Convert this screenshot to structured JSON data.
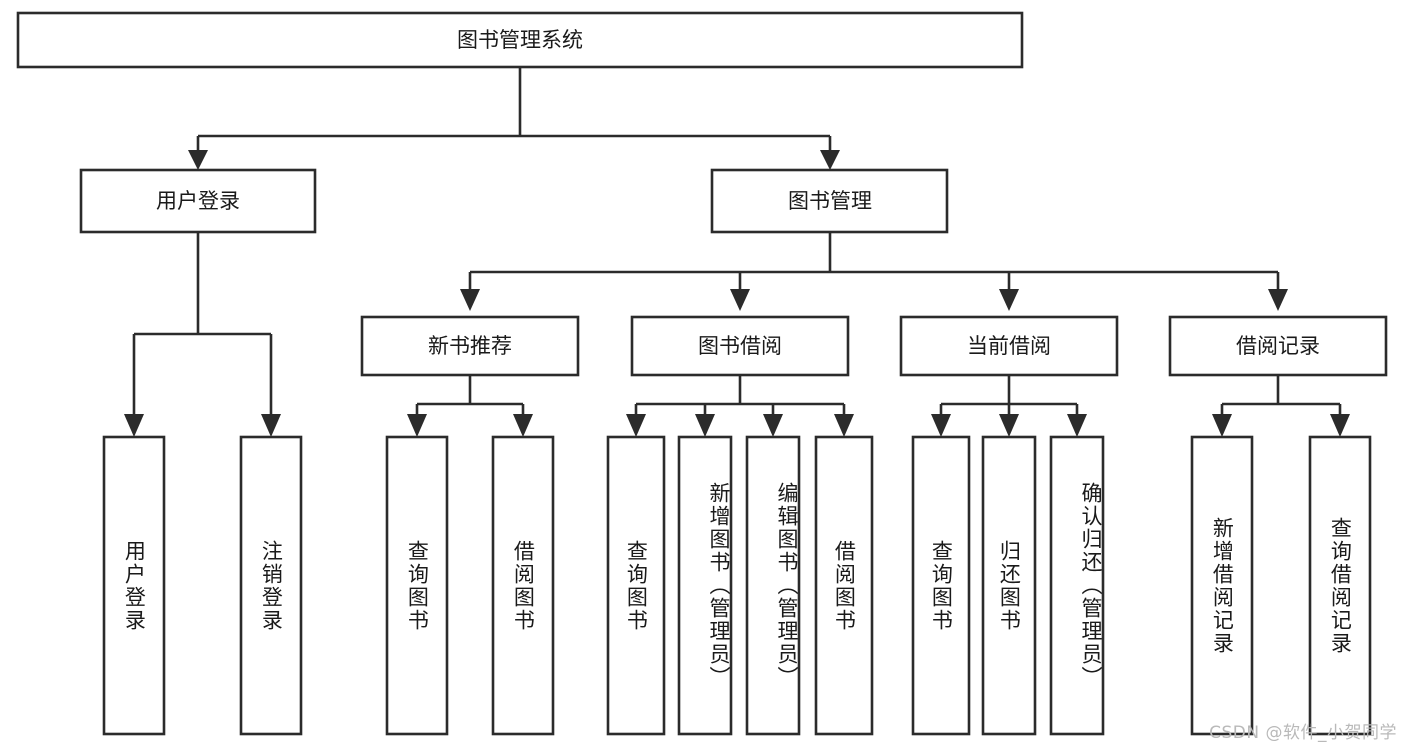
{
  "diagram": {
    "type": "tree",
    "title": "图书管理系统",
    "orientation": "top-down",
    "colors": {
      "background": "#ffffff",
      "box_fill": "#ffffff",
      "box_stroke": "#2b2b2b",
      "text": "#1a1a1a",
      "watermark": "#b9b9b9"
    },
    "root": {
      "label": "图书管理系统"
    },
    "level1": [
      {
        "label": "用户登录"
      },
      {
        "label": "图书管理"
      }
    ],
    "level2": [
      {
        "label": "新书推荐"
      },
      {
        "label": "图书借阅"
      },
      {
        "label": "当前借阅"
      },
      {
        "label": "借阅记录"
      }
    ],
    "leaves": {
      "user_login": [
        {
          "label": "用户登录"
        },
        {
          "label": "注销登录"
        }
      ],
      "new_book_recommend": [
        {
          "label": "查询图书"
        },
        {
          "label": "借阅图书"
        }
      ],
      "book_borrow": [
        {
          "label": "查询图书"
        },
        {
          "label": "新增图书（管理员）"
        },
        {
          "label": "编辑图书（管理员）"
        },
        {
          "label": "借阅图书"
        }
      ],
      "current_borrow": [
        {
          "label": "查询图书"
        },
        {
          "label": "归还图书"
        },
        {
          "label": "确认归还（管理员）"
        }
      ],
      "borrow_record": [
        {
          "label": "新增借阅记录"
        },
        {
          "label": "查询借阅记录"
        }
      ]
    }
  },
  "watermark": {
    "text": "CSDN @软件_小贺同学"
  }
}
